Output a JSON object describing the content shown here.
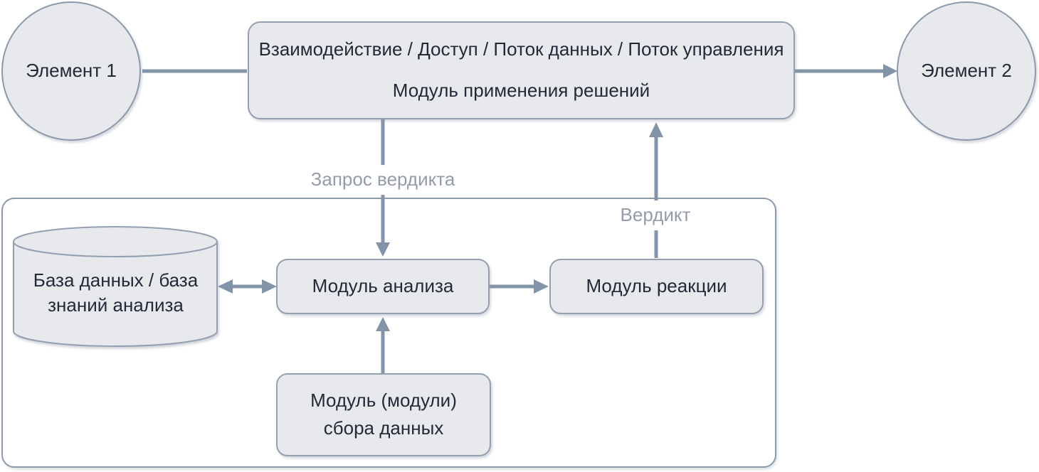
{
  "diagram": {
    "element1_label": "Элемент 1",
    "element2_label": "Элемент 2",
    "decision_module": {
      "line1": "Взаимодействие / Доступ / Поток данных / Поток управления",
      "line2": "Модуль применения решений"
    },
    "edge_labels": {
      "verdict_request": "Запрос вердикта",
      "verdict": "Вердикт"
    },
    "database": {
      "line1": "База данных / база",
      "line2": "знаний анализа"
    },
    "analysis_module_label": "Модуль анализа",
    "reaction_module_label": "Модуль реакции",
    "collection_module": {
      "line1": "Модуль (модули)",
      "line2": "сбора данных"
    }
  },
  "colors": {
    "node_fill": "#e8e9ed",
    "node_border": "#94a0b0",
    "container_border": "#8c99ab",
    "arrow": "#8494a8",
    "text": "#212a37",
    "edge_label_text": "#939ca9",
    "background": "#ffffff"
  }
}
